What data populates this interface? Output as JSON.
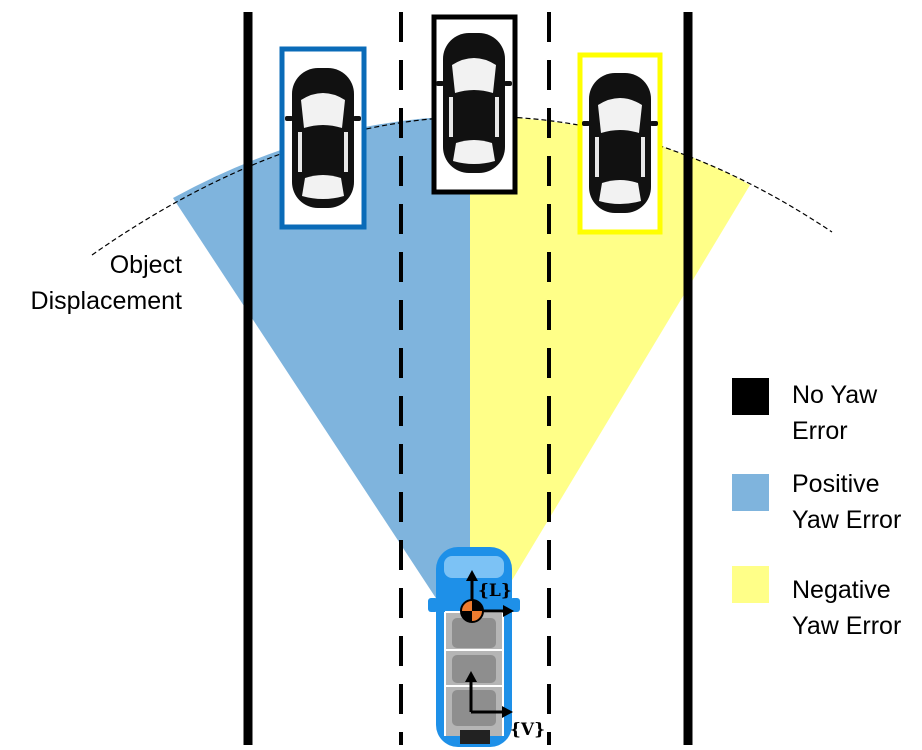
{
  "diagram": {
    "displacement_label": [
      "Object",
      "Displacement"
    ],
    "frame_lidar_label": "{L}",
    "frame_vehicle_label": "{V}",
    "legend": [
      {
        "lines": [
          "No Yaw",
          "Error"
        ],
        "color": "#000000"
      },
      {
        "lines": [
          "Positive",
          "Yaw Error"
        ],
        "color": "#7fb4dd"
      },
      {
        "lines": [
          "Negative",
          "Yaw Error"
        ],
        "color": "#ffff88"
      }
    ],
    "colors": {
      "positive_region": "#7fb4dd",
      "negative_region": "#ffff88",
      "positive_box": "#0a6bb8",
      "negative_box": "#ffff00",
      "no_error_box": "#000000",
      "ego_vehicle": "#1e90e8",
      "lidar_origin": "#ee7b2f"
    }
  }
}
